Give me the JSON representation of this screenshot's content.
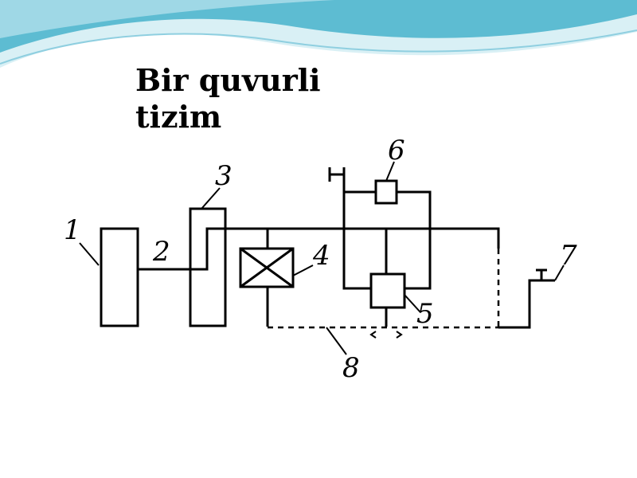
{
  "slide": {
    "title_lines": [
      "Bir quvurli",
      "tizim"
    ]
  },
  "diagram": {
    "labels": [
      "1",
      "2",
      "3",
      "4",
      "5",
      "6",
      "7",
      "8"
    ]
  },
  "colors": {
    "wave_dark": "#4fb3cc",
    "wave_light": "#bfe6ef",
    "line": "#000000",
    "background": "#ffffff"
  }
}
